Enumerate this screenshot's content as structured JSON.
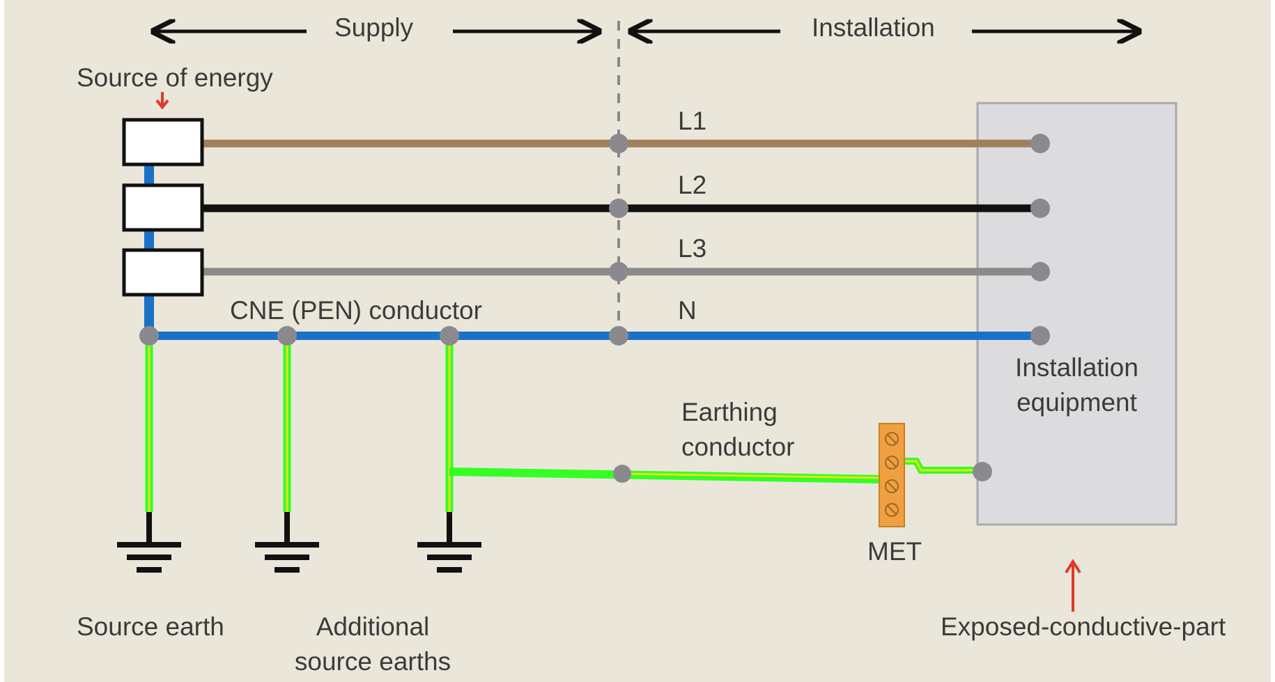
{
  "header": {
    "supply_label": "Supply",
    "installation_label": "Installation"
  },
  "source": {
    "label": "Source of energy"
  },
  "conductors": {
    "l1": "L1",
    "l2": "L2",
    "l3": "L3",
    "n": "N",
    "pen": "CNE (PEN) conductor"
  },
  "earthing": {
    "line1": "Earthing",
    "line2": "conductor",
    "met": "MET"
  },
  "equipment": {
    "line1": "Installation",
    "line2": "equipment"
  },
  "bottom": {
    "source_earth": "Source earth",
    "additional_line1": "Additional",
    "additional_line2": "source earths",
    "exposed": "Exposed-conductive-part"
  },
  "colors": {
    "background": "#eae6da",
    "l1": "#a07f5d",
    "l2": "#111111",
    "l3": "#8a8a8a",
    "neutral": "#1a72c8",
    "earth_green": "#33ff22",
    "earth_yellow": "#e8e020",
    "met_terminal": "#f0a040",
    "equipment_box": "#dcdcdf",
    "arrow_red": "#e0382a"
  }
}
